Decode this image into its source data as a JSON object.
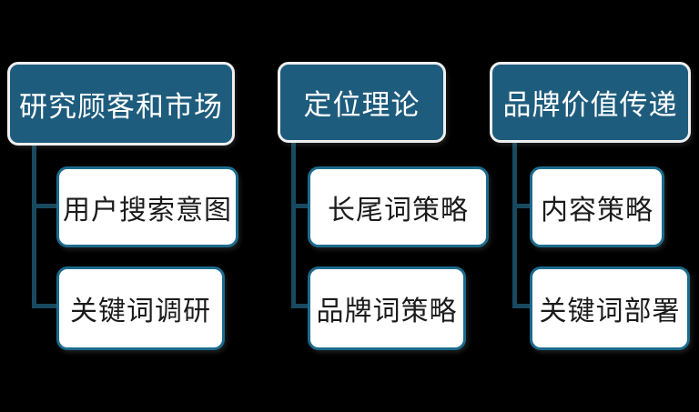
{
  "diagram": {
    "type": "hierarchy",
    "columns": [
      {
        "header": "研究顾客和市场",
        "children": [
          "用户搜索意图",
          "关键词调研"
        ]
      },
      {
        "header": "定位理论",
        "children": [
          "长尾词策略",
          "品牌词策略"
        ]
      },
      {
        "header": "品牌价值传递",
        "children": [
          "内容策略",
          "关键词部署"
        ]
      }
    ],
    "colors": {
      "background": "#000000",
      "header_fill": "#1E5C7D",
      "header_border": "#EFEFEF",
      "header_text": "#FFFFFF",
      "child_fill": "#FFFFFF",
      "child_border": "#1B6B8C",
      "child_text": "#1B1B1B",
      "connector": "#174A60"
    }
  }
}
